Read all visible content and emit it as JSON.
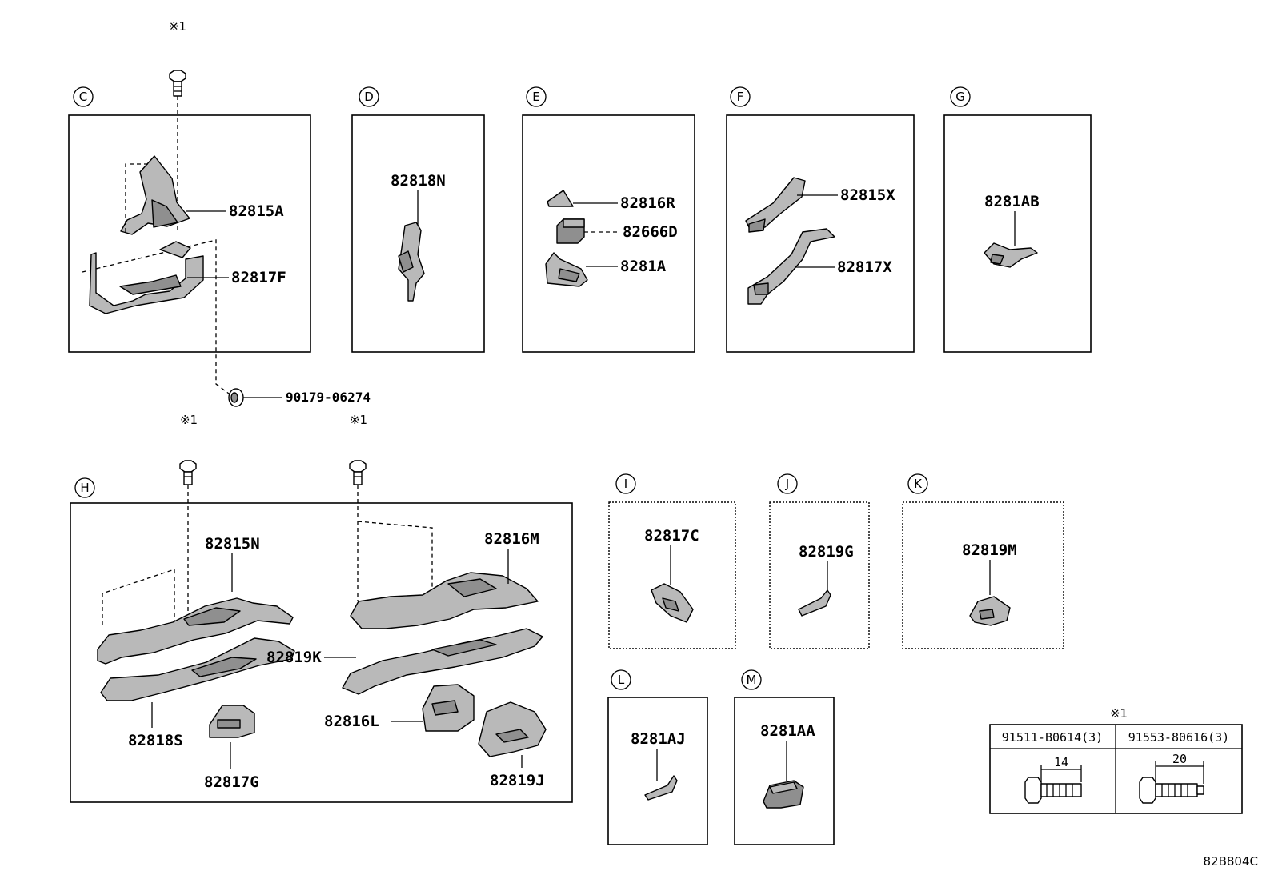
{
  "sections": {
    "C": "C",
    "D": "D",
    "E": "E",
    "F": "F",
    "G": "G",
    "H": "H",
    "I": "I",
    "J": "J",
    "K": "K",
    "L": "L",
    "M": "M"
  },
  "note_mark": "※1",
  "parts": {
    "p82815A": "82815A",
    "p82817F": "82817F",
    "p90179": "90179-06274",
    "p82818N": "82818N",
    "p82816R": "82816R",
    "p82666D": "82666D",
    "p8281A": "8281A",
    "p82815X": "82815X",
    "p82817X": "82817X",
    "p8281AB": "8281AB",
    "p82815N": "82815N",
    "p82816M": "82816M",
    "p82819K": "82819K",
    "p82818S": "82818S",
    "p82817G": "82817G",
    "p82816L": "82816L",
    "p82819J": "82819J",
    "p82817C": "82817C",
    "p82819G": "82819G",
    "p82819M": "82819M",
    "p8281AJ": "8281AJ",
    "p8281AA": "8281AA"
  },
  "bolt_table": {
    "mark": "※1",
    "col1": {
      "part": "91511-B0614(3)",
      "length": "14"
    },
    "col2": {
      "part": "91553-80616(3)",
      "length": "20"
    }
  },
  "diagram_ref": "82B804C"
}
